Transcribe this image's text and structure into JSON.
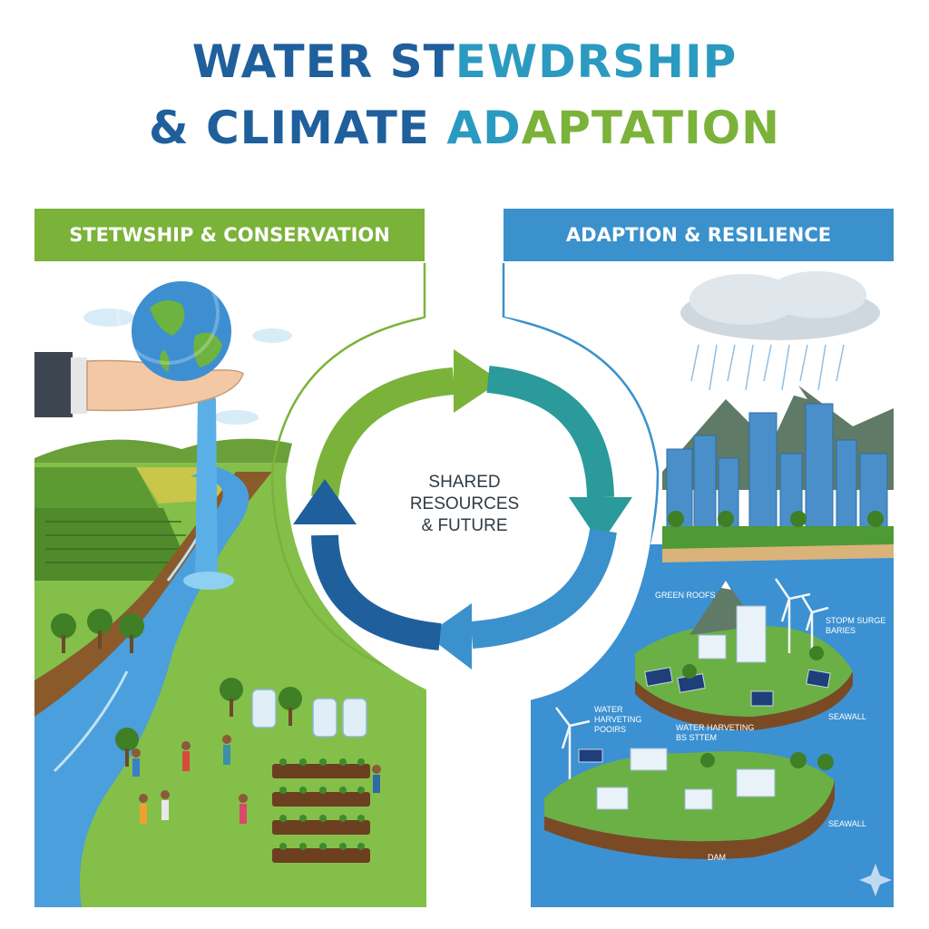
{
  "title": {
    "line1_a": "WATER ST",
    "line1_b": "EWDRSHIP",
    "line2_a": "& CLIMATE ",
    "line2_b": "AD",
    "line2_c": "APTATION"
  },
  "left_panel": {
    "heading": "STETWSHIP & CONSERVATION"
  },
  "right_panel": {
    "heading": "ADAPTION & RESILIENCE"
  },
  "cycle": {
    "line1": "SHARED",
    "line2": "RESOURCES",
    "line3": "& FUTURE"
  },
  "labels": {
    "green_roofs": "GREEN ROOFS",
    "storm_surge_1": "STOPM SURGE",
    "storm_surge_2": "BARIES",
    "seawall_1": "SEAWALL",
    "water_harvesting_ponds_1": "WATER",
    "water_harvesting_ponds_2": "HARVETING",
    "water_harvesting_ponds_3": "POOIRS",
    "water_harvesting_system_1": "WATER HARVETING",
    "water_harvesting_system_2": "BS STTEM",
    "seawall_2": "SEAWALL",
    "dam": "DAM"
  },
  "colors": {
    "title_dark_blue": "#1f5f9c",
    "title_teal": "#2a9ac0",
    "title_green": "#7bb23a",
    "banner_green": "#7bb23a",
    "banner_blue": "#3a91cc",
    "arrow_green": "#7bb23a",
    "arrow_teal": "#2a9a9a",
    "arrow_blue": "#3a91cc",
    "arrow_navy": "#1f5f9c"
  },
  "icons": [
    "earth-globe-icon",
    "hand-icon",
    "cloud-rain-icon",
    "wind-turbine-icon",
    "solar-panel-icon",
    "water-tank-icon",
    "sparkle-icon"
  ]
}
